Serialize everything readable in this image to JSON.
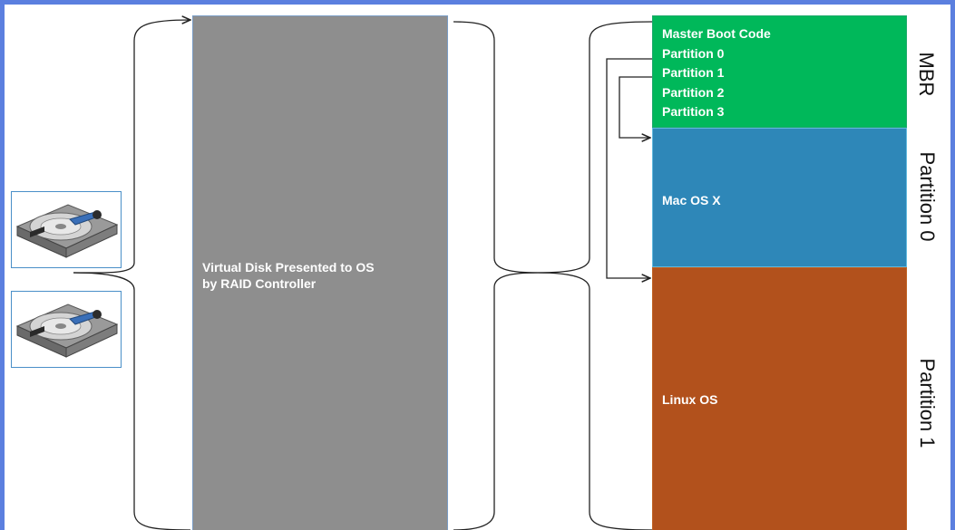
{
  "virtual_disk": {
    "label_line1": "Virtual Disk Presented to OS",
    "label_line2": "by RAID Controller"
  },
  "mbr": {
    "entries": [
      "Master Boot Code",
      "Partition 0",
      "Partition 1",
      "Partition 2",
      "Partition 3"
    ],
    "side_label": "MBR",
    "color": "#00b85a"
  },
  "partition0": {
    "label": "Mac OS X",
    "side_label": "Partition 0",
    "color": "#2e87b8"
  },
  "partition1": {
    "label": "Linux OS",
    "side_label": "Partition 1",
    "color": "#b2511c"
  },
  "drives": [
    {
      "icon": "hard-drive-icon"
    },
    {
      "icon": "hard-drive-icon"
    }
  ],
  "virtual_disk_color": "#8e8e8e",
  "frame_color": "#5b7fdf"
}
